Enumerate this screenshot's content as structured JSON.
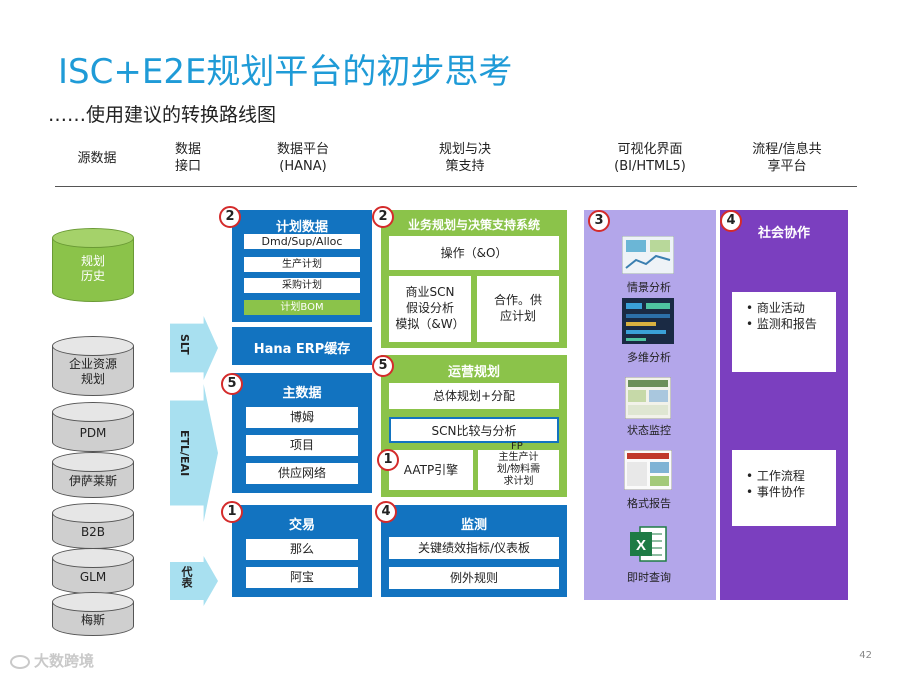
{
  "title": "ISC+E2E规划平台的初步思考",
  "subtitle": "……使用建议的转换路线图",
  "columns": [
    {
      "l1": "源数据",
      "l2": ""
    },
    {
      "l1": "数据",
      "l2": "接口"
    },
    {
      "l1": "数据平台",
      "l2": "(HANA)"
    },
    {
      "l1": "规划与决",
      "l2": "策支持"
    },
    {
      "l1": "可视化界面",
      "l2": "(BI/HTML5)"
    },
    {
      "l1": "流程/信息共",
      "l2": "享平台"
    }
  ],
  "sources": {
    "history_l1": "规划",
    "history_l2": "历史",
    "erp_l1": "企业资源",
    "erp_l2": "规划",
    "items": [
      "PDM",
      "伊萨莱斯",
      "B2B",
      "GLM",
      "梅斯"
    ]
  },
  "interfaces": {
    "slt": "SLT",
    "etl": "ETL/EAI",
    "code": "代表"
  },
  "plan_data": {
    "badge": "2",
    "title": "计划数据",
    "items": [
      "Dmd/Sup/Alloc",
      "生产计划",
      "采购计划",
      "计划BOM"
    ]
  },
  "hana_cache": "Hana ERP缓存",
  "master_data": {
    "badge": "5",
    "title": "主数据",
    "items": [
      "博姆",
      "项目",
      "供应网络"
    ]
  },
  "transaction": {
    "badge": "1",
    "title": "交易",
    "items": [
      "那么",
      "阿宝"
    ]
  },
  "biz_planning": {
    "badge": "2",
    "title": "业务规划与决策支持系统",
    "op": "操作（&O）",
    "scn_l1": "商业SCN",
    "scn_l2": "假设分析",
    "scn_l3": "模拟（&W）",
    "coop_l1": "合作。供",
    "coop_l2": "应计划"
  },
  "operations": {
    "badge": "5",
    "title": "运营规划",
    "overall": "总体规划+分配",
    "scn_compare": "SCN比较与分析",
    "aatp_badge": "1",
    "aatp": "AATP引擎",
    "fp": "FP",
    "mp_l1": "主生产计",
    "mp_l2": "划/物料需",
    "mp_l3": "求计划"
  },
  "monitoring": {
    "badge": "4",
    "title": "监测",
    "items": [
      "关键绩效指标/仪表板",
      "例外规则"
    ]
  },
  "visual": {
    "badge": "3",
    "items": [
      "情景分析",
      "多维分析",
      "状态监控",
      "格式报告",
      "即时查询"
    ]
  },
  "social": {
    "badge": "4",
    "title": "社会协作",
    "group1": [
      "商业活动",
      "监测和报告"
    ],
    "group2": [
      "工作流程",
      "事件协作"
    ]
  },
  "page_number": "42",
  "watermark": "大数跨境",
  "colors": {
    "blue": "#1273c0",
    "green": "#8bc34a",
    "lavender": "#b3a6ea",
    "purple": "#7b3fbf",
    "title": "#1f9bd7",
    "badge_border": "#d42b2b"
  }
}
